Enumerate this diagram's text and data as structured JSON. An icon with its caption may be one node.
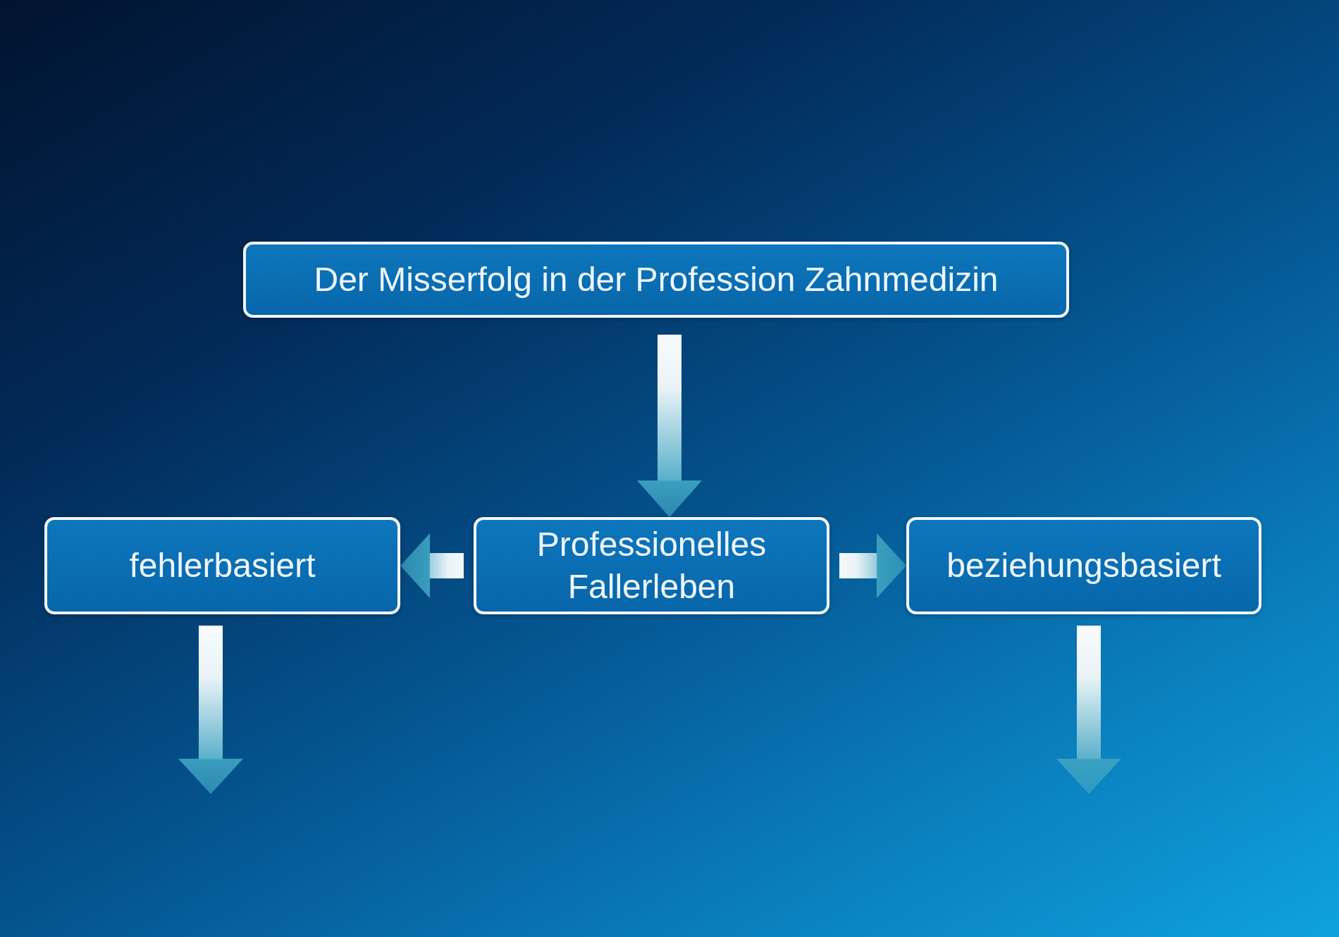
{
  "diagram": {
    "nodes": [
      {
        "text": [
          "Der Misserfolg in der Profession Zahnmedizin"
        ]
      },
      {
        "text": [
          "fehlerbasiert"
        ]
      },
      {
        "text": [
          "Professionelles Fallerleben"
        ]
      },
      {
        "text": [
          "beziehungsbasiert"
        ]
      }
    ],
    "edges": [
      {
        "from": 0,
        "to": 2,
        "arrow": "to"
      },
      {
        "from": 2,
        "to": 1,
        "arrow": "to"
      },
      {
        "from": 2,
        "to": 3,
        "arrow": "to"
      },
      {
        "from": 1,
        "to": null,
        "arrow": "to"
      },
      {
        "from": 3,
        "to": null,
        "arrow": "to"
      }
    ]
  }
}
